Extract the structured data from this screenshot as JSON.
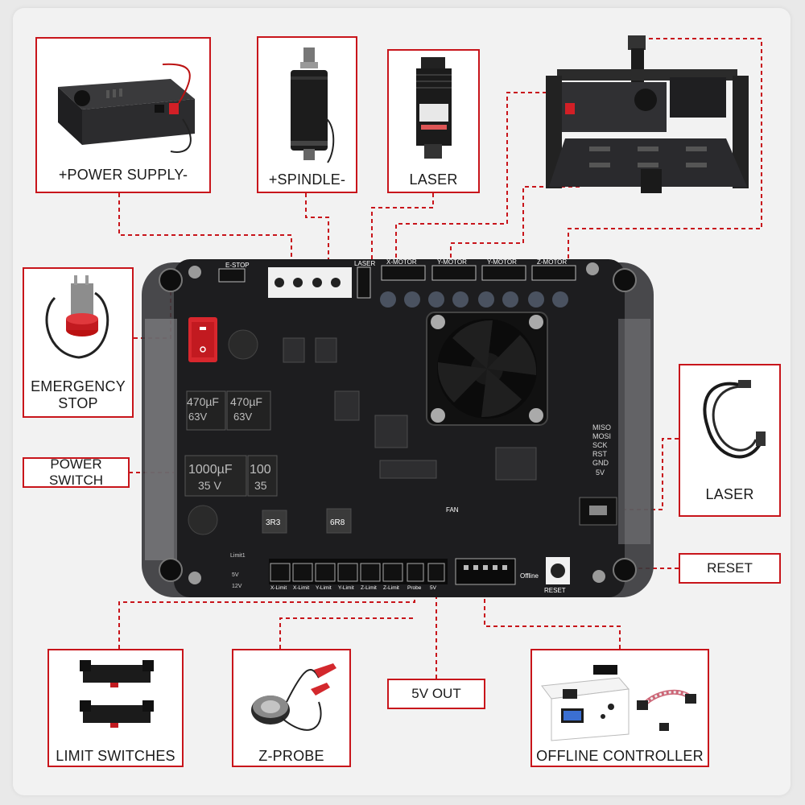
{
  "components": {
    "power_supply": "+POWER SUPPLY-",
    "spindle": "+SPINDLE-",
    "laser_top": "LASER",
    "emergency_stop": "EMERGENCY\nSTOP",
    "power_switch": "POWER SWITCH",
    "laser_cable": "LASER",
    "reset": "RESET",
    "limit_switches": "LIMIT SWITCHES",
    "z_probe": "Z-PROBE",
    "five_v_out": "5V OUT",
    "offline_controller": "OFFLINE CONTROLLER"
  },
  "board_labels": {
    "estop": "E-STOP",
    "laser": "LASER",
    "x_motor": "X-MOTOR",
    "y_motor1": "Y-MOTOR",
    "y_motor2": "Y-MOTOR",
    "z_motor": "Z-MOTOR",
    "fan": "FAN",
    "cap1": "470µF",
    "cap1v": "63V",
    "cap2": "470µF",
    "cap2v": "63V",
    "cap3": "1000µF",
    "cap3v": "35 V",
    "cap4": "100",
    "cap4v": "35",
    "inductor1": "3R3",
    "inductor2": "6R8",
    "miso": "MISO",
    "mosi": "MOSI",
    "sck": "SCK",
    "rst": "RST",
    "gnd": "GND",
    "v5": "5V",
    "offline": "Offline",
    "reset": "RESET",
    "limits": [
      "X-Limit",
      "X-Limit",
      "Y-Limit",
      "Y-Limit",
      "Z-Limit",
      "Z-Limit",
      "Probe",
      "5V"
    ],
    "edge1": "Limit1",
    "edge2": "5V",
    "edge3": "12V"
  },
  "colors": {
    "accent": "#c8151b",
    "board": "#1c1c1e",
    "background": "#f2f2f2"
  }
}
